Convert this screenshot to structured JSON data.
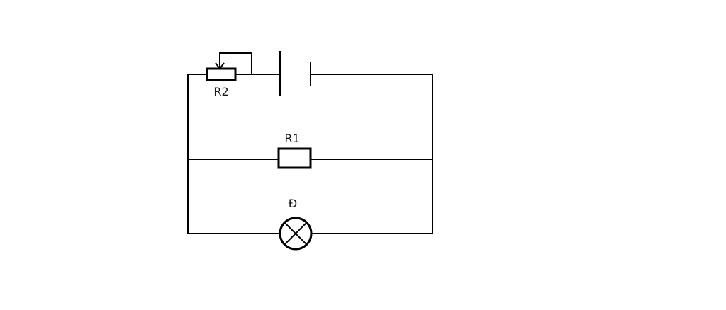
{
  "diagram": {
    "type": "circuit",
    "labels": {
      "rheostat": "R2",
      "resistor": "R1",
      "lamp": "Đ"
    },
    "components": [
      {
        "id": "rheostat",
        "kind": "variable-resistor"
      },
      {
        "id": "battery",
        "kind": "cell"
      },
      {
        "id": "resistor",
        "kind": "resistor"
      },
      {
        "id": "lamp",
        "kind": "lamp"
      }
    ],
    "colors": {
      "line": "#000000",
      "background": "#ffffff"
    }
  }
}
